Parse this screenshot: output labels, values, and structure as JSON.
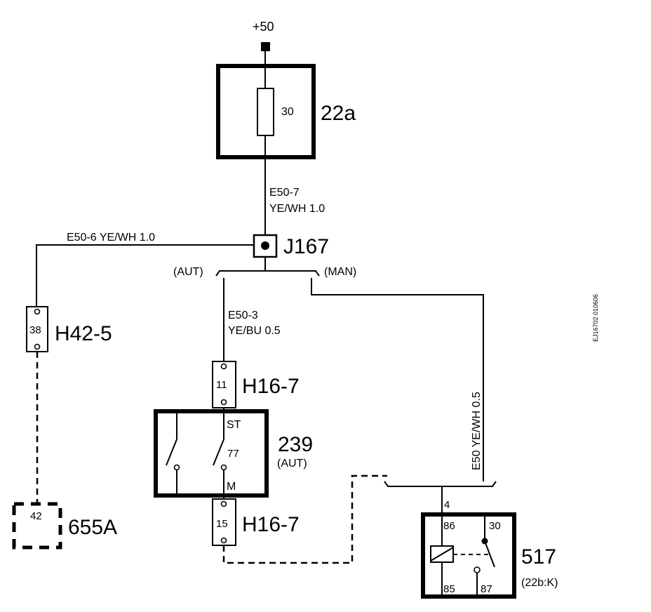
{
  "diagram": {
    "supply_label": "+50",
    "fuse": {
      "pin": "30",
      "id": "22a"
    },
    "wire_e50_7": {
      "code": "E50-7",
      "spec": "YE/WH  1.0"
    },
    "wire_e50_6": {
      "text": "E50-6  YE/WH  1.0"
    },
    "junction": {
      "id": "J167"
    },
    "branch_aut": "(AUT)",
    "branch_man": "(MAN)",
    "wire_e50_3": {
      "code": "E50-3",
      "spec": "YE/BU  0.5"
    },
    "connector_h42": {
      "pin": "38",
      "id": "H42-5"
    },
    "connector_h16_top": {
      "pin": "11",
      "id": "H16-7"
    },
    "connector_h16_bottom": {
      "pin": "15",
      "id": "H16-7"
    },
    "switch_239": {
      "id": "239",
      "variant": "(AUT)",
      "pin_st": "ST",
      "pin_77": "77",
      "pin_m": "M"
    },
    "component_655a": {
      "pin": "42",
      "id": "655A"
    },
    "wire_e50_man": {
      "text": "E50   YE/WH  0.5"
    },
    "relay_517": {
      "id": "517",
      "sub": "(22b:K)",
      "wire_pin": "4",
      "pin_86": "86",
      "pin_30": "30",
      "pin_85": "85",
      "pin_87": "87"
    },
    "drawing_ref": "EJ16702  010606"
  }
}
